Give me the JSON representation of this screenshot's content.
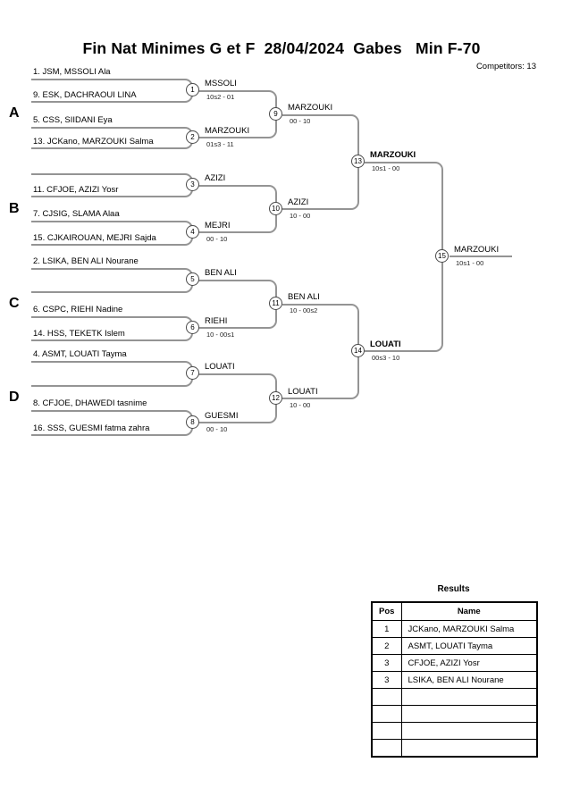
{
  "header": {
    "title": "Fin Nat Minimes G et F  28/04/2024  Gabes   Min F-70",
    "competitors": "Competitors: 13"
  },
  "bracket": {
    "groups": [
      "A",
      "B",
      "C",
      "D"
    ],
    "entries": [
      "1. JSM, MSSOLI Ala",
      "9. ESK, DACHRAOUI LINA",
      "5. CSS, SIIDANI Eya",
      "13. JCKano, MARZOUKI Salma",
      "",
      "11. CFJOE, AZIZI Yosr",
      "7. CJSIG, SLAMA Alaa",
      "15. CJKAIROUAN, MEJRI Sajda",
      "2. LSIKA, BEN ALI Nourane",
      "",
      "6. CSPC, RIEHI Nadine",
      "14. HSS, TEKETK Islem",
      "4. ASMT, LOUATI Tayma",
      "",
      "8. CFJOE, DHAWEDI tasnime",
      "16. SSS, GUESMI fatma zahra"
    ],
    "matches": [
      {
        "no": "1",
        "winner": "MSSOLI",
        "score": "10s2 - 01"
      },
      {
        "no": "2",
        "winner": "MARZOUKI",
        "score": "01s3 - 11"
      },
      {
        "no": "3",
        "winner": "AZIZI",
        "score": ""
      },
      {
        "no": "4",
        "winner": "MEJRI",
        "score": "00 - 10"
      },
      {
        "no": "5",
        "winner": "BEN ALI",
        "score": ""
      },
      {
        "no": "6",
        "winner": "RIEHI",
        "score": "10 - 00s1"
      },
      {
        "no": "7",
        "winner": "LOUATI",
        "score": ""
      },
      {
        "no": "8",
        "winner": "GUESMI",
        "score": "00 - 10"
      },
      {
        "no": "9",
        "winner": "MARZOUKI",
        "score": "00 - 10"
      },
      {
        "no": "10",
        "winner": "AZIZI",
        "score": "10 - 00"
      },
      {
        "no": "11",
        "winner": "BEN ALI",
        "score": "10 - 00s2"
      },
      {
        "no": "12",
        "winner": "LOUATI",
        "score": "10 - 00"
      },
      {
        "no": "13",
        "winner": "MARZOUKI",
        "score": "10s1 - 00"
      },
      {
        "no": "14",
        "winner": "LOUATI",
        "score": "00s3 - 10"
      },
      {
        "no": "15",
        "winner": "MARZOUKI",
        "score": "10s1 - 00"
      }
    ]
  },
  "results": {
    "title": "Results",
    "columns": [
      "Pos",
      "Name"
    ],
    "rows": [
      {
        "pos": "1",
        "name": "JCKano, MARZOUKI Salma"
      },
      {
        "pos": "2",
        "name": "ASMT, LOUATI Tayma"
      },
      {
        "pos": "3",
        "name": "CFJOE, AZIZI Yosr"
      },
      {
        "pos": "3",
        "name": "LSIKA, BEN ALI Nourane"
      },
      {
        "pos": "",
        "name": ""
      },
      {
        "pos": "",
        "name": ""
      },
      {
        "pos": "",
        "name": ""
      },
      {
        "pos": "",
        "name": ""
      }
    ]
  }
}
